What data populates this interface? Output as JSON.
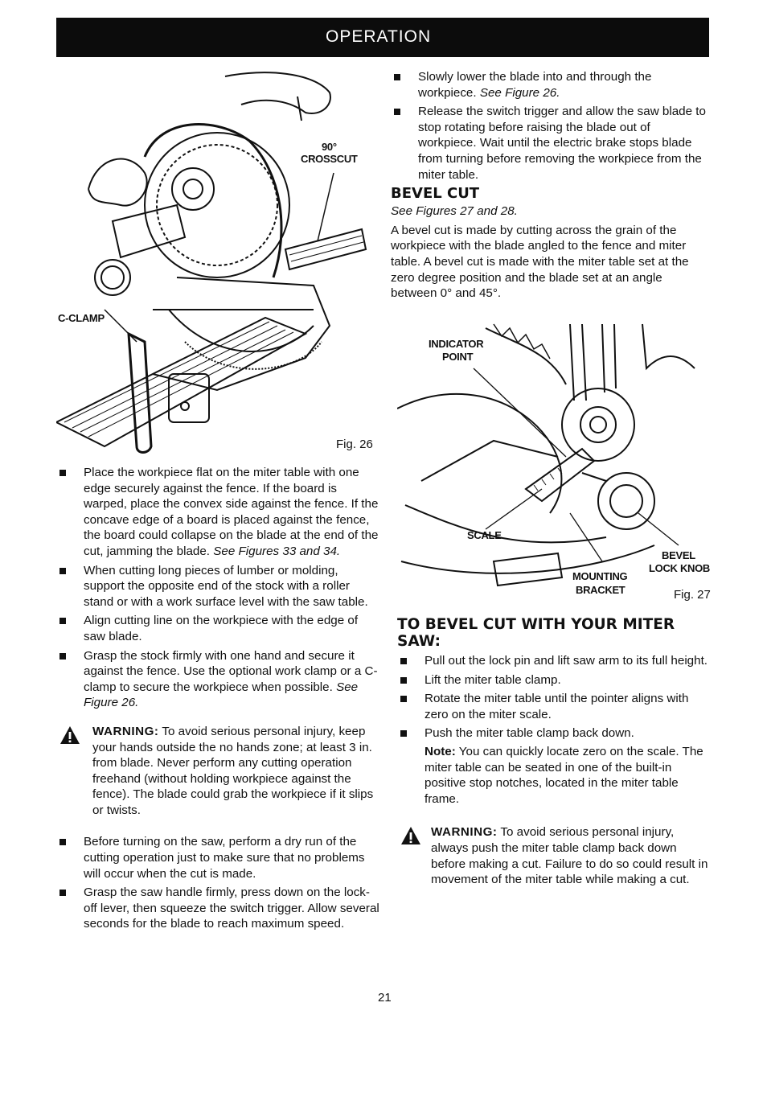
{
  "header": {
    "title": "OPERATION"
  },
  "fig26": {
    "caption": "Fig. 26",
    "callout_crosscut_1": "90°",
    "callout_crosscut_2": "CROSSCUT",
    "callout_cclamp": "C-CLAMP"
  },
  "fig27": {
    "caption": "Fig. 27",
    "indicator_1": "INDICATOR",
    "indicator_2": "POINT",
    "scale": "SCALE",
    "bevel_1": "BEVEL",
    "bevel_2": "LOCK KNOB",
    "mounting_1": "MOUNTING",
    "mounting_2": "BRACKET"
  },
  "left": {
    "b1": "Place the workpiece flat on the miter table with one edge securely against the fence. If the board is warped, place the convex side against the fence. If the concave edge of a board is placed against the fence, the board could collapse on the blade at the end of the cut, jamming the blade.",
    "b1_ref": "See Figures 33 and 34.",
    "b2": "When cutting long pieces of lumber or molding, support the opposite end of the stock with a roller stand or with a work surface level with the saw table.",
    "b3": "Align cutting line on the workpiece with the edge of saw blade.",
    "b4": "Grasp the stock firmly with one hand and secure it against the fence. Use the optional work clamp or a C-clamp to secure the workpiece when possible.",
    "b4_ref": "See Figure 26.",
    "warning_label": "WARNING:",
    "warning_text": "To avoid serious personal injury, keep your hands outside the no hands zone; at least 3 in. from blade. Never perform any cutting operation freehand (without holding workpiece against the fence). The blade could grab the workpiece if it slips or twists.",
    "b5": "Before turning on the saw, perform a dry run of the cutting operation just to make sure that no problems will occur when the cut is made.",
    "b6": "Grasp the saw handle firmly, press down on the lock-off lever, then squeeze the switch trigger. Allow several seconds for the blade to reach maximum speed."
  },
  "right": {
    "b1": "Slowly lower the blade into and through the workpiece.",
    "b1_ref": "See Figure 26.",
    "b2": "Release the switch trigger and allow the saw blade to stop rotating before raising the blade out of workpiece. Wait until the electric brake stops blade from turning before removing the workpiece from the miter table.",
    "bevel_heading": "BEVEL CUT",
    "bevel_ref": "See Figures 27 and 28.",
    "bevel_para": "A bevel cut is made by cutting across the grain of the workpiece with the blade angled to the fence and miter table. A bevel cut is made with the miter table set at the zero degree position and the blade set at an angle between 0° and 45°.",
    "to_bevel_heading": "TO BEVEL CUT WITH YOUR MITER SAW:",
    "s1": "Pull out the lock pin and lift saw arm to its full height.",
    "s2": "Lift the miter table clamp.",
    "s3": "Rotate the miter table until the pointer aligns with zero on the miter scale.",
    "s4": "Push the miter table clamp back down.",
    "note_label": "Note:",
    "note_text": "You can quickly locate zero on the scale. The miter table can be seated in one of the built-in positive stop notches, located in the miter table frame.",
    "warning_label": "WARNING:",
    "warning_text": "To avoid serious personal injury, always push the miter table clamp back down before making a cut. Failure to do so could result in movement of the miter table while making a cut."
  },
  "page_number": "21"
}
